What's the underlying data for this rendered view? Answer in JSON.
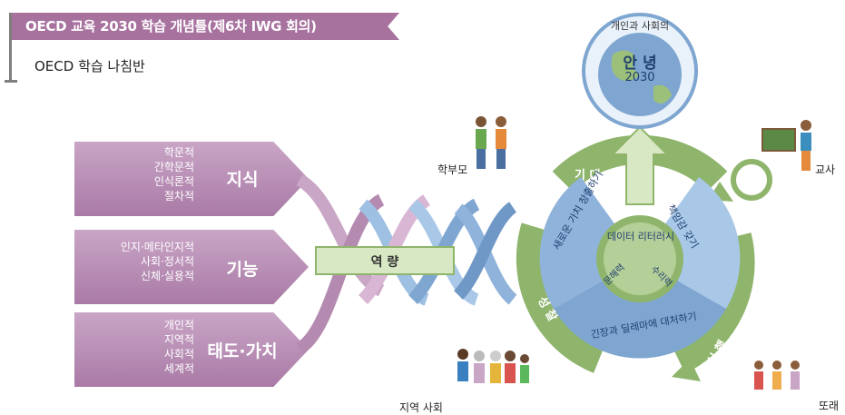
{
  "header": {
    "title": "OECD 교육 2030 학습 개념틀(제6차 IWG 회의)",
    "subtitle": "OECD 학습 나침반"
  },
  "categories": [
    {
      "label": "지식",
      "items": [
        "학문적",
        "간학문적",
        "인식론적",
        "절차적"
      ]
    },
    {
      "label": "기능",
      "items": [
        "인지·메타인지적",
        "사회·정서적",
        "신체·실용적"
      ]
    },
    {
      "label": "태도·가치",
      "items": [
        "개인적",
        "지역적",
        "사회적",
        "세계적"
      ]
    }
  ],
  "competency": "역 량",
  "goal": {
    "top": "개인과 사회의",
    "main": "안 녕",
    "year": "2030"
  },
  "cycle": {
    "anticipation": "기 대",
    "action": "실 행",
    "reflection": "성 찰"
  },
  "sectors": {
    "left": "새로운 가치 창출하기",
    "right": "책임감 갖기",
    "bottom": "긴장과 딜레마에 대처하기"
  },
  "core": {
    "literacy": "데이터 리터러시",
    "left": "문해력",
    "right": "수리력"
  },
  "people": {
    "parents": "학부모",
    "teacher": "교사",
    "community": "지역 사회",
    "peers": "또래"
  },
  "colors": {
    "purple": "#a8729f",
    "green": "#8fb56c",
    "blue": "#7fa6d0",
    "light_purple": "#c9a5c6"
  }
}
